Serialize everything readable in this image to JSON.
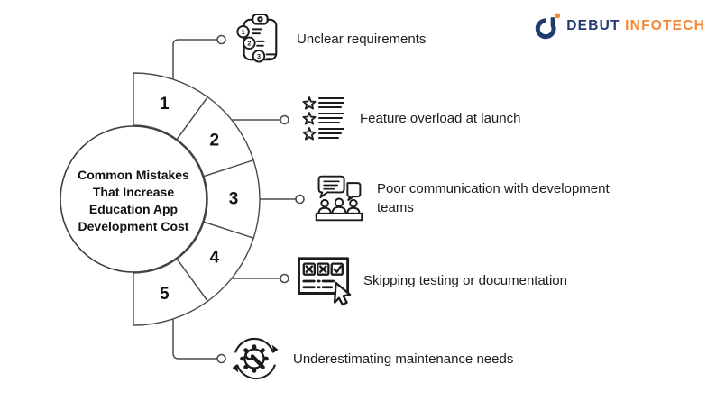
{
  "diagram": {
    "center_title_lines": [
      "Common Mistakes",
      "That Increase",
      "Education App",
      "Development Cost"
    ]
  },
  "items": [
    {
      "number": "1",
      "label": "Unclear requirements",
      "icon": "clipboard-numbered-list-icon"
    },
    {
      "number": "2",
      "label": "Feature overload at launch",
      "icon": "starred-feature-list-icon"
    },
    {
      "number": "3",
      "label": "Poor communication with development teams",
      "icon": "team-meeting-chat-icon"
    },
    {
      "number": "4",
      "label": "Skipping testing or documentation",
      "icon": "checkbox-cursor-icon"
    },
    {
      "number": "5",
      "label": "Underestimating maintenance needs",
      "icon": "gear-wrench-cycle-icon"
    }
  ],
  "icon_details": {
    "clipboard_badges": [
      "1",
      "2",
      "3"
    ]
  },
  "brand": {
    "primary": "DEBUT",
    "secondary": "INFOTECH",
    "navy": "#223a70",
    "orange": "#f58634"
  }
}
